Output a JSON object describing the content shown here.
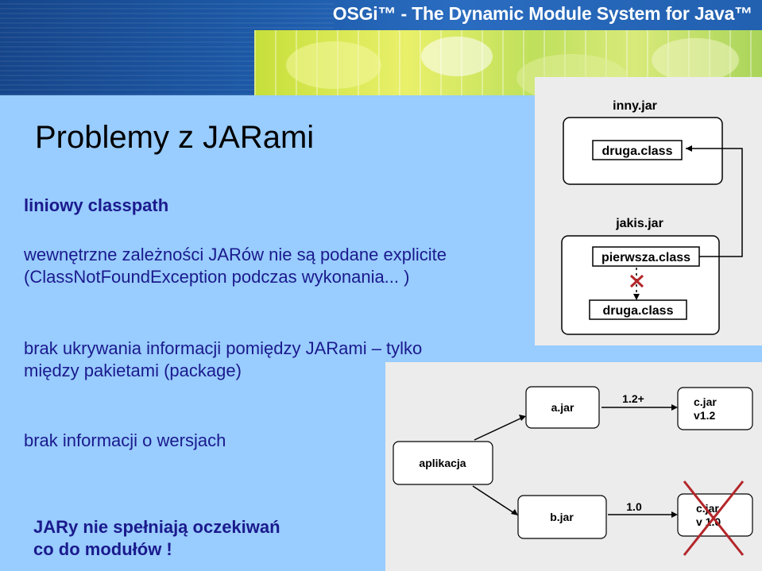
{
  "header": {
    "banner_title": "OSGi™ - The Dynamic Module System for Java™"
  },
  "slide": {
    "title": "Problemy z JARami",
    "sub_heading": "liniowy classpath",
    "bullet_1_line_1": "wewnętrzne zależności JARów nie są podane explicite",
    "bullet_1_line_2": "(ClassNotFoundException podczas wykonania... )",
    "bullet_2_line_1": "brak ukrywania informacji pomiędzy JARami – tylko",
    "bullet_2_line_2": "między pakietami (package)",
    "bullet_3": "brak informacji o wersjach",
    "conclusion_line_1": "JARy nie spełniają oczekiwań",
    "conclusion_line_2": "co do modułów !"
  },
  "diagram_jar_hiding": {
    "inny_jar_label": "inny.jar",
    "druga_class_top": "druga.class",
    "jakis_jar_label": "jakis.jar",
    "pierwsza_class": "pierwsza.class",
    "druga_class_bottom": "druga.class"
  },
  "diagram_versions": {
    "aplikacja": "aplikacja",
    "a_jar": "a.jar",
    "b_jar": "b.jar",
    "c_jar_top_line_1": "c.jar",
    "c_jar_top_line_2": "v1.2",
    "c_jar_bottom_line_1": "c.jar",
    "c_jar_bottom_line_2": "v 1.0",
    "edge_label_top": "1.2+",
    "edge_label_bottom": "1.0"
  },
  "colors": {
    "banner_blue": "#1d5aa8",
    "slide_background": "#99ccff",
    "text_navy": "#1a1a8c",
    "cross_red": "#b3262a"
  }
}
